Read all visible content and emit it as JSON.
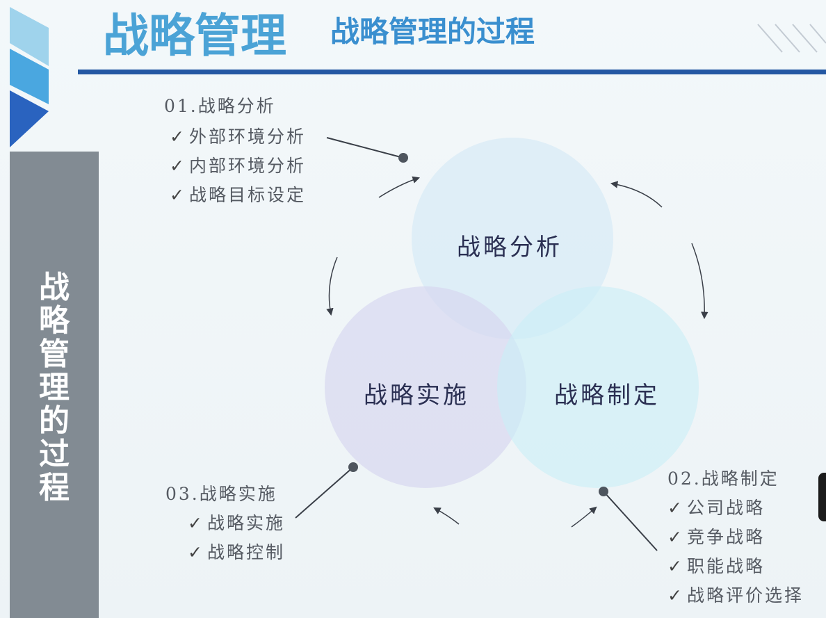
{
  "header": {
    "title": "战略管理",
    "subtitle": "战略管理的过程"
  },
  "sidebar": {
    "title_chars": [
      "战",
      "略",
      "管",
      "理",
      "的",
      "过",
      "程"
    ]
  },
  "circles": {
    "analysis": "战略分析",
    "implementation": "战略实施",
    "formulation": "战略制定"
  },
  "notes": {
    "analysis": {
      "heading": "01.战略分析",
      "items": [
        "外部环境分析",
        "内部环境分析",
        "战略目标设定"
      ]
    },
    "formulation": {
      "heading": "02.战略制定",
      "items": [
        "公司战略",
        "竞争战略",
        "职能战略",
        "战略评价选择"
      ]
    },
    "implementation": {
      "heading": "03.战略实施",
      "items": [
        "战略实施",
        "战略控制"
      ]
    }
  },
  "check_mark": "✓",
  "colors": {
    "title_blue": "#4ba3d6",
    "header_line": "#2458a3",
    "sidebar_gray": "#828b93",
    "circle_analysis": "#cfe8f6",
    "circle_implementation": "#d6d6f0",
    "circle_formulation": "#c9eef6"
  }
}
